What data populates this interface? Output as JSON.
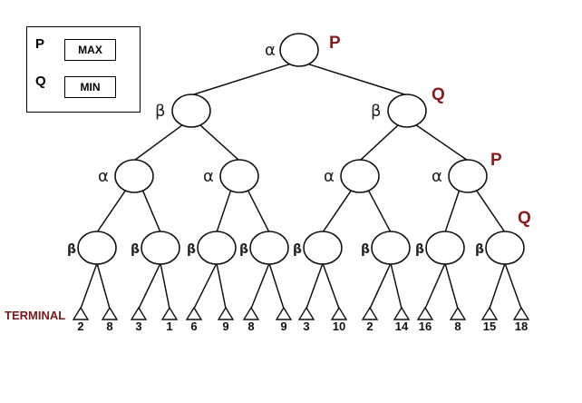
{
  "legend": {
    "rows": [
      {
        "key": "P",
        "value": "MAX"
      },
      {
        "key": "Q",
        "value": "MIN"
      }
    ]
  },
  "tree": {
    "terminal_label": "TERMINAL",
    "root": {
      "greek": "α",
      "player": "P"
    },
    "level1": [
      {
        "greek": "β",
        "player": ""
      },
      {
        "greek": "β",
        "player": "Q"
      }
    ],
    "level2": [
      {
        "greek": "α",
        "player": ""
      },
      {
        "greek": "α",
        "player": ""
      },
      {
        "greek": "α",
        "player": ""
      },
      {
        "greek": "α",
        "player": "P"
      }
    ],
    "level3": [
      {
        "greek": "β",
        "player": ""
      },
      {
        "greek": "β",
        "player": ""
      },
      {
        "greek": "β",
        "player": ""
      },
      {
        "greek": "β",
        "player": ""
      },
      {
        "greek": "β",
        "player": ""
      },
      {
        "greek": "β",
        "player": ""
      },
      {
        "greek": "β",
        "player": ""
      },
      {
        "greek": "β",
        "player": "Q"
      }
    ],
    "leaves": [
      "2",
      "8",
      "3",
      "1",
      "6",
      "9",
      "8",
      "9",
      "3",
      "10",
      "2",
      "14",
      "16",
      "8",
      "15",
      "18"
    ]
  }
}
